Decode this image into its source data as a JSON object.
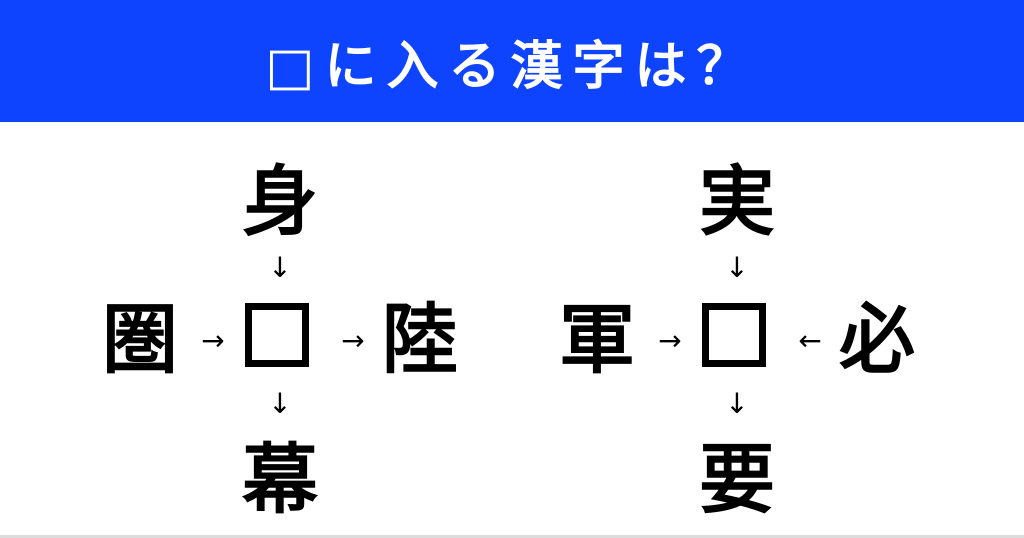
{
  "header": {
    "title": "□に入る漢字は？",
    "background": "#0f44ff"
  },
  "puzzles": [
    {
      "top": "身",
      "left": "圏",
      "right": "陸",
      "bottom": "幕",
      "arrows": {
        "top": "↓",
        "left": "→",
        "right": "→",
        "bottom": "↓"
      },
      "blank": "□"
    },
    {
      "top": "実",
      "left": "軍",
      "right": "必",
      "bottom": "要",
      "arrows": {
        "top": "↓",
        "left": "→",
        "right": "←",
        "bottom": "↓"
      },
      "blank": "□"
    }
  ]
}
